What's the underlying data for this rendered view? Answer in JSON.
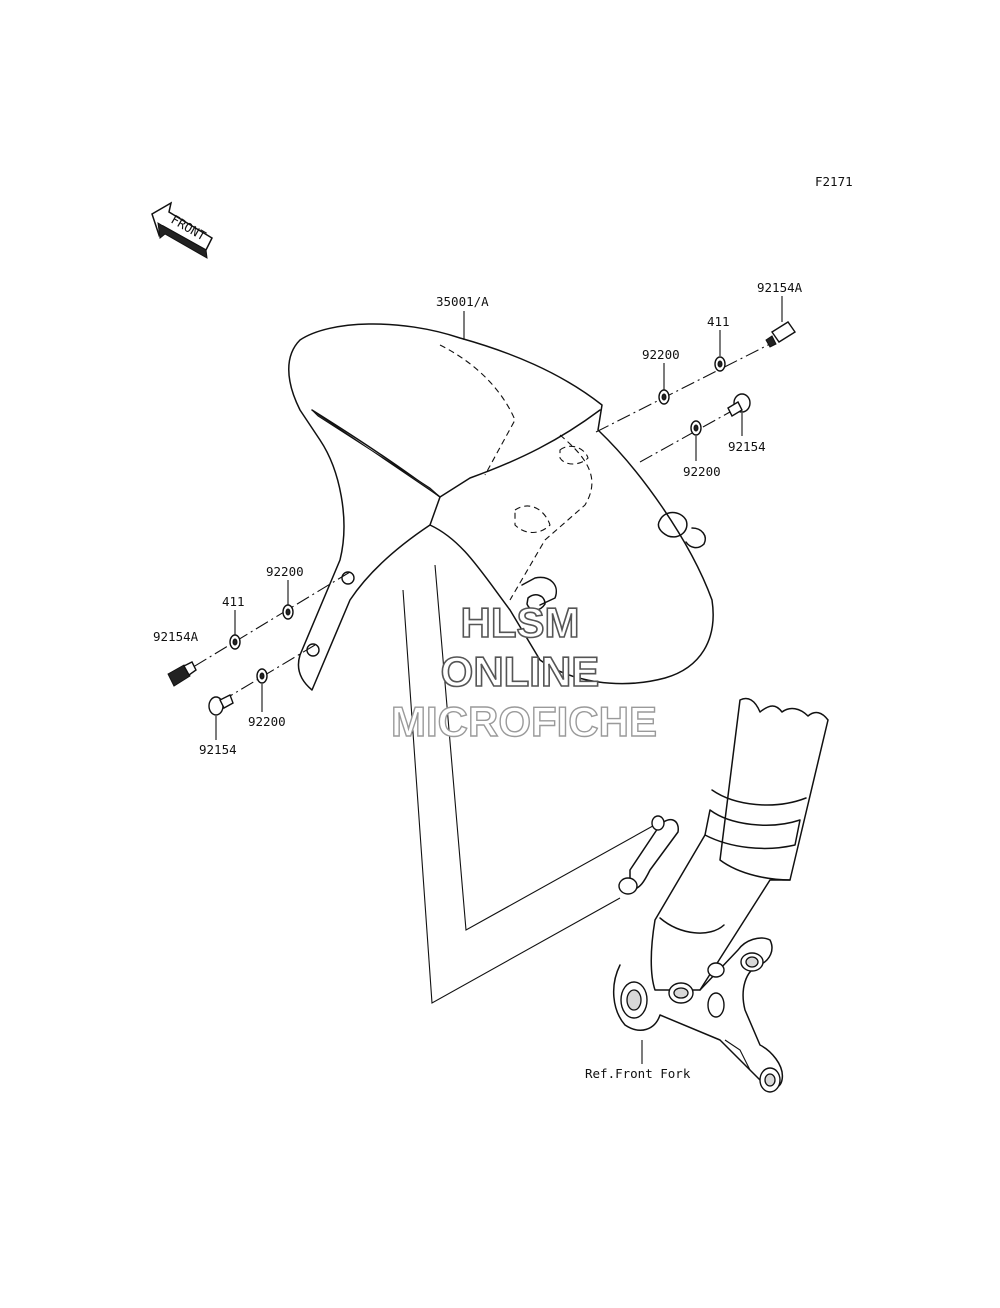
{
  "figure_code": "F2171",
  "front_arrow_text": "FRONT",
  "watermark": {
    "line1": "HLSM",
    "line2": "ONLINE",
    "line3": "MICROFICHE"
  },
  "labels": {
    "fender": "35001/A",
    "bolt_a_right": "92154A",
    "washer_411_right": "411",
    "washer_92200_right_upper": "92200",
    "bolt_right": "92154",
    "washer_92200_right_lower": "92200",
    "washer_92200_left_upper": "92200",
    "washer_411_left": "411",
    "bolt_a_left": "92154A",
    "washer_92200_left_lower": "92200",
    "bolt_left": "92154",
    "front_fork_ref": "Ref.Front Fork"
  }
}
